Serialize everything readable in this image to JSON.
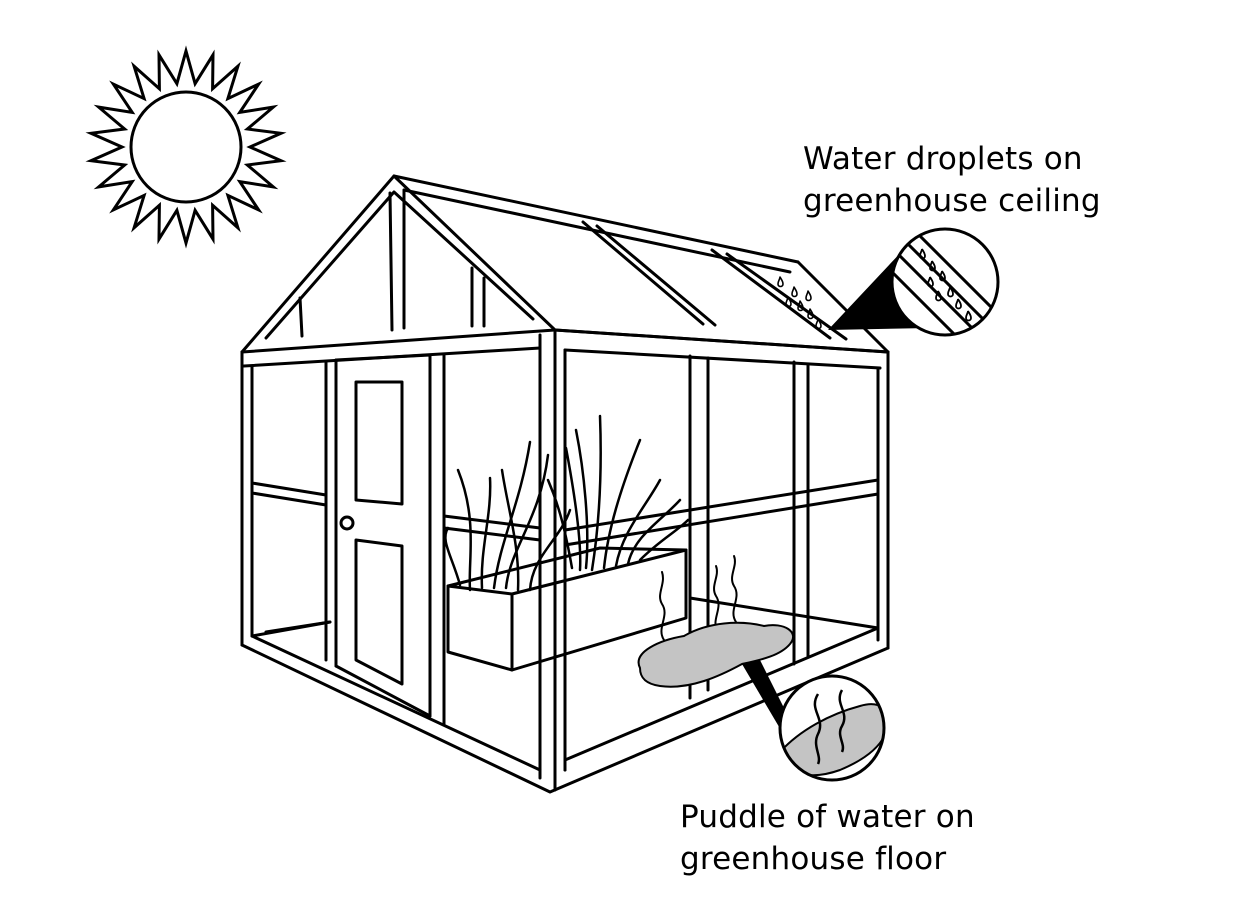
{
  "labels": {
    "ceiling": {
      "line1": "Water droplets on",
      "line2": "greenhouse ceiling"
    },
    "floor": {
      "line1": "Puddle of water on",
      "line2": "greenhouse floor"
    }
  },
  "colors": {
    "stroke": "#000000",
    "puddle": "#c4c4c4",
    "background": "#ffffff"
  },
  "icons": [
    "sun-icon",
    "greenhouse",
    "plant-box",
    "water-droplets",
    "puddle",
    "magnifier-ceiling",
    "magnifier-floor"
  ]
}
